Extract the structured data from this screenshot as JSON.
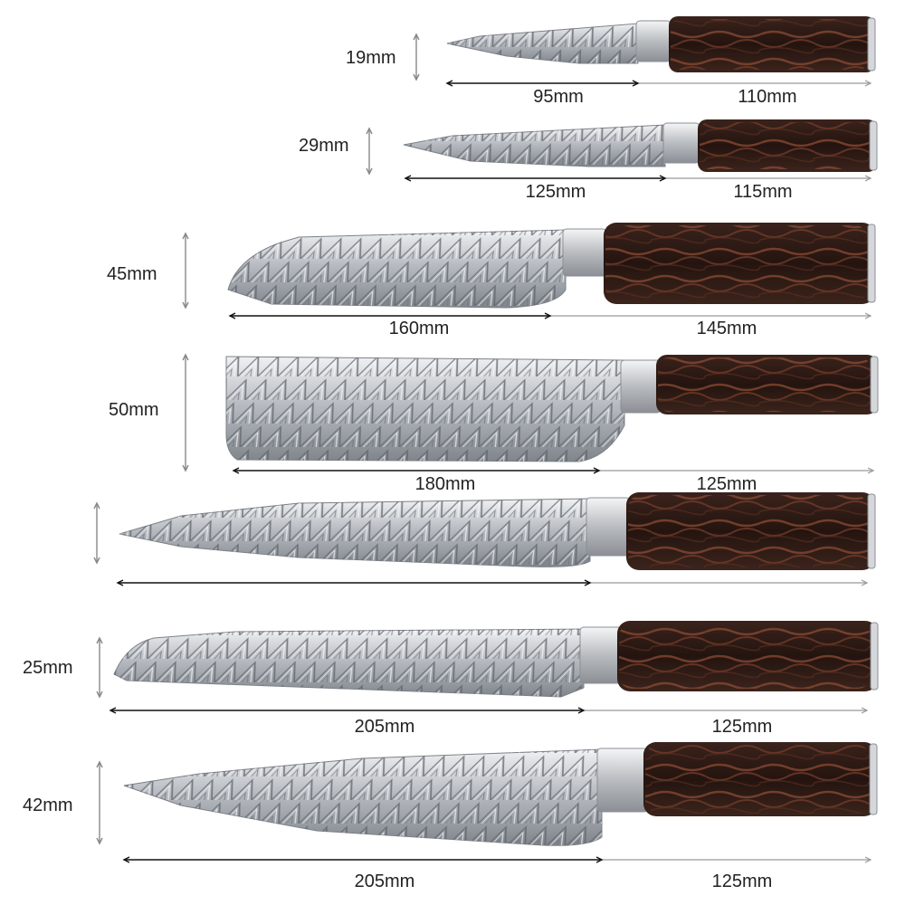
{
  "colors": {
    "background": "#ffffff",
    "blade_light": "#e4e6ea",
    "blade_mid": "#b3b7be",
    "blade_dark": "#6e737a",
    "bolster": "#d9dbde",
    "handle_dark": "#2a1a16",
    "handle_grain": "#8a4a34",
    "dimension_line": "#222222",
    "label_text": "#222222"
  },
  "knives": [
    {
      "name": "paring-knife",
      "height_label": "19mm",
      "blade_label": "95mm",
      "handle_label": "110mm"
    },
    {
      "name": "utility-knife",
      "height_label": "29mm",
      "blade_label": "125mm",
      "handle_label": "115mm"
    },
    {
      "name": "santoku-knife",
      "height_label": "45mm",
      "blade_label": "160mm",
      "handle_label": "145mm"
    },
    {
      "name": "nakiri-knife",
      "height_label": "50mm",
      "blade_label": "180mm",
      "handle_label": "125mm"
    },
    {
      "name": "slicing-knife",
      "height_label": "",
      "blade_label": "",
      "handle_label": ""
    },
    {
      "name": "bread-knife",
      "height_label": "25mm",
      "blade_label": "205mm",
      "handle_label": "125mm"
    },
    {
      "name": "chef-knife",
      "height_label": "42mm",
      "blade_label": "205mm",
      "handle_label": "125mm"
    }
  ]
}
